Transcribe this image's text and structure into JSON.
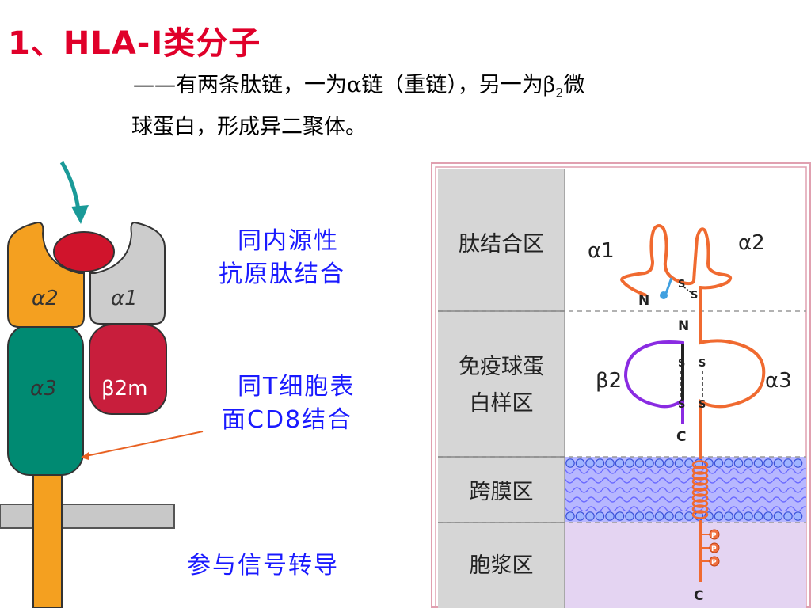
{
  "header": {
    "title": "1、HLA-Ⅰ类分子",
    "subtitle_line1": "——有两条肽链，一为α链（重链），另一为β",
    "subtitle_sub": "2",
    "subtitle_tail": "微",
    "subtitle_line2": "球蛋白，形成异二聚体。"
  },
  "left_diagram": {
    "alpha2": "α2",
    "alpha1": "α1",
    "alpha3": "α3",
    "beta2m": "β2m"
  },
  "annotations": {
    "peptide_binding_1": "同内源性",
    "peptide_binding_2": "抗原肽结合",
    "cd8_binding_1": "同T细胞表",
    "cd8_binding_2": "面CD8结合",
    "signal": "参与信号转导"
  },
  "region_table": {
    "regions": [
      "肽结合区",
      "免疫球蛋白样区",
      "跨膜区",
      "胞浆区"
    ],
    "region2_line1": "免疫球蛋",
    "region2_line2": "白样区"
  },
  "right_diagram": {
    "alpha1": "α1",
    "alpha2": "α2",
    "alpha3": "α3",
    "beta2": "β2",
    "n_top": "N",
    "n_mid": "N",
    "c_mid": "C",
    "c_bottom": "C",
    "s": "S",
    "p": "P"
  },
  "colors": {
    "title": "#e0002a",
    "annotation": "#1a1aff",
    "alpha2_domain": "#f4a020",
    "alpha1_domain": "#c8c8c8",
    "alpha3_domain": "#008a72",
    "beta2m_domain": "#c81e3c",
    "peptide": "#d0142c",
    "chain": "#f06a30",
    "beta_chain": "#8a2be2"
  }
}
